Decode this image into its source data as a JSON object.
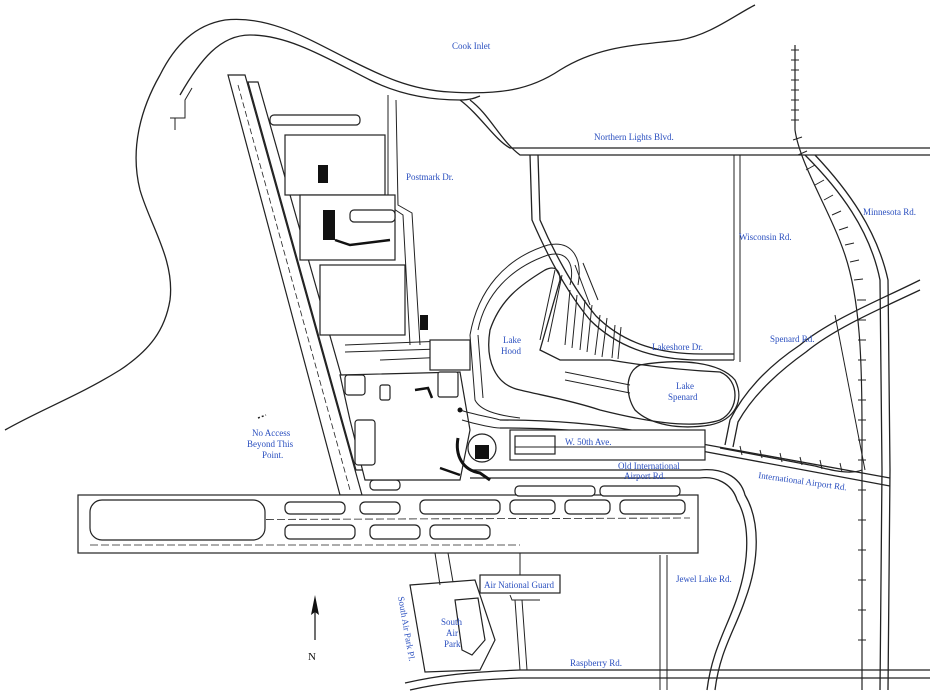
{
  "map": {
    "labels": {
      "cook_inlet": "Cook Inlet",
      "northern_lights": "Northern Lights Blvd.",
      "postmark": "Postmark Dr.",
      "wisconsin": "Wisconsin Rd.",
      "minnesota": "Minnesota Rd.",
      "spenard_rd": "Spenard Rd.",
      "lakeshore": "Lakeshore Dr.",
      "lake_hood_1": "Lake",
      "lake_hood_2": "Hood",
      "lake_spenard_1": "Lake",
      "lake_spenard_2": "Spenard",
      "w50th": "W. 50th Ave.",
      "old_intl_1": "Old International",
      "old_intl_2": "Airport Rd.",
      "intl_airport": "International Airport Rd.",
      "no_access_1": "No Access",
      "no_access_2": "Beyond This",
      "no_access_3": "Point.",
      "jewel_lake": "Jewel Lake Rd.",
      "air_national_guard": "Air National Guard",
      "south_air_park_1": "South",
      "south_air_park_2": "Air",
      "south_air_park_3": "Park",
      "south_air_park_pl": "South Air Park Pl.",
      "raspberry": "Raspberry Rd.",
      "north": "N"
    },
    "colors": {
      "label": "#2a4fbf",
      "line": "#222222",
      "background": "#ffffff"
    },
    "icons": [
      "north-arrow-icon"
    ]
  }
}
